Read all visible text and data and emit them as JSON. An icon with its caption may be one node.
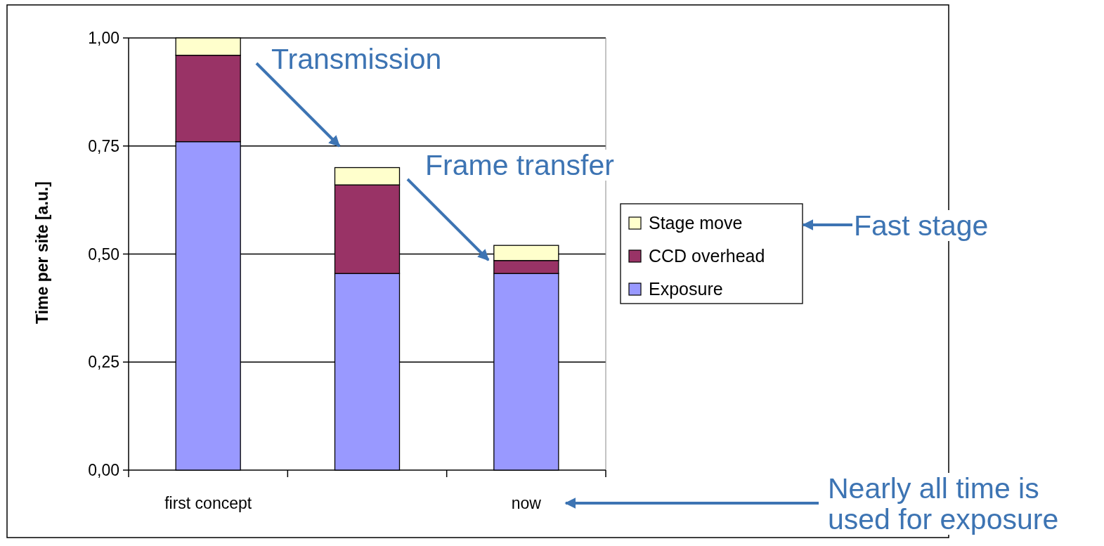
{
  "diagram": {
    "nodes": [
      {
        "text": [
          "Transmission"
        ]
      },
      {
        "text": [
          "Frame transfer"
        ]
      },
      {
        "text": [
          "Fast stage"
        ]
      },
      {
        "text": [
          "Nearly all time is used for exposure"
        ]
      },
      {
        "text": [],
        "shape": "box"
      }
    ],
    "edges": [
      {
        "from": 0,
        "to": null,
        "arrow": "to"
      },
      {
        "from": 1,
        "to": null,
        "arrow": "to"
      },
      {
        "from": 2,
        "to": 4,
        "arrow": "to"
      },
      {
        "from": 3,
        "to": null,
        "arrow": "to"
      }
    ],
    "chart_data": {
      "type": "bar",
      "stacked": true,
      "grid": true,
      "legend": "right",
      "ylabel": "Time per site [a.u.]",
      "categories": [
        "first concept",
        null,
        "now"
      ],
      "ylim": [
        0,
        1
      ],
      "yticks": [
        {
          "value": 0,
          "label": "0,00"
        },
        {
          "value": 0.25,
          "label": "0,25"
        },
        {
          "value": 0.5,
          "label": "0,50"
        },
        {
          "value": 0.75,
          "label": "0,75"
        },
        {
          "value": 1,
          "label": "1,00"
        }
      ],
      "series": [
        {
          "name": "Exposure",
          "color": "#9999ff",
          "values": [
            0.76,
            0.455,
            0.455
          ]
        },
        {
          "name": "CCD overhead",
          "color": "#993366",
          "values": [
            0.2,
            0.205,
            0.03
          ]
        },
        {
          "name": "Stage move",
          "color": "#ffffcc",
          "values": [
            0.04,
            0.04,
            0.035
          ]
        }
      ]
    }
  }
}
